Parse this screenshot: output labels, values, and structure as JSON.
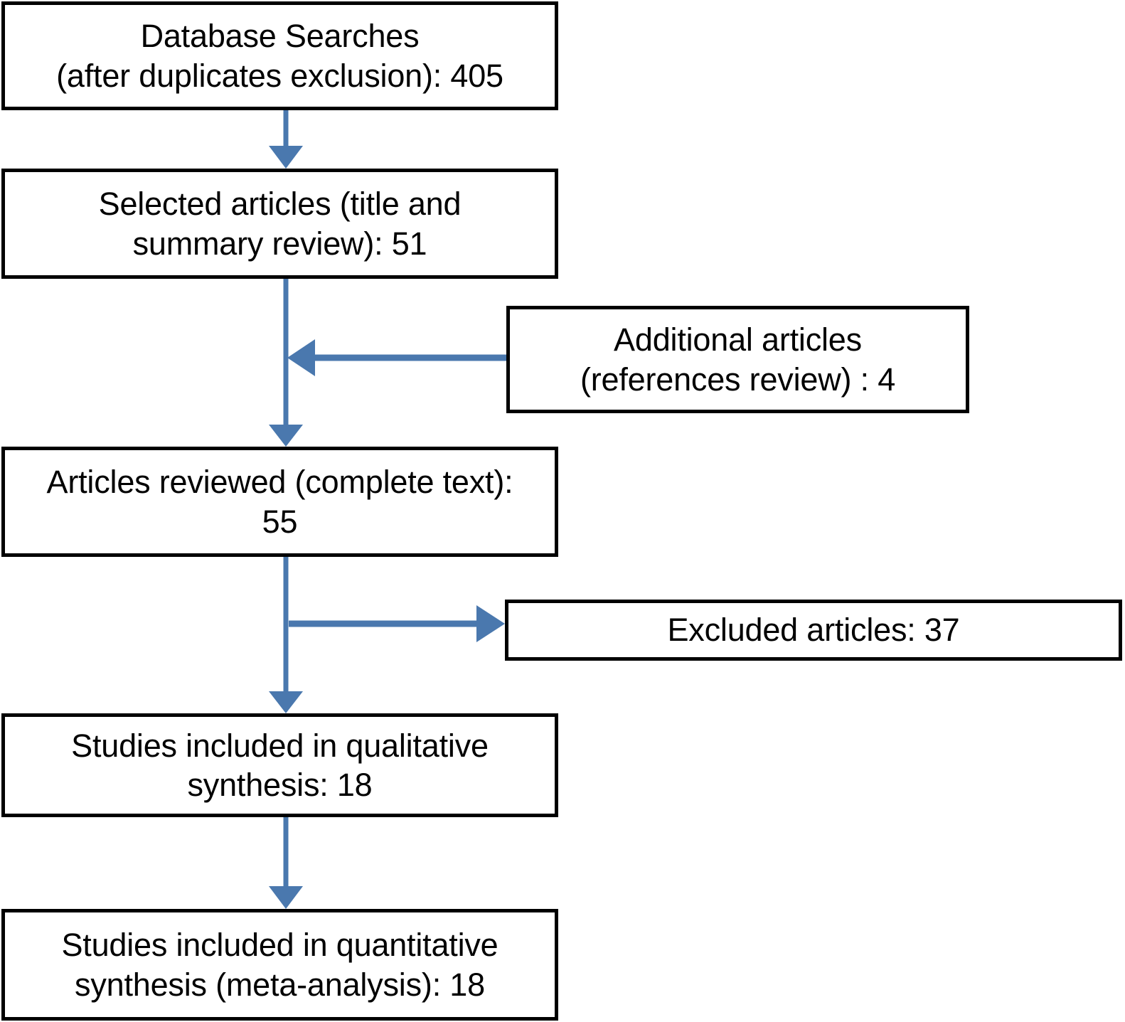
{
  "diagram": {
    "type": "prisma-flow-diagram",
    "orientation": "vertical",
    "background_color": "#ffffff",
    "box_border_color": "#000000",
    "arrow_color": "#4a78ae",
    "text_color": "#000000",
    "nodes": [
      {
        "id": "database-searches",
        "label": "Database Searches\n(after duplicates exclusion): 405",
        "count": 405,
        "column": "main"
      },
      {
        "id": "selected-articles",
        "label": "Selected articles (title and\nsummary review): 51",
        "count": 51,
        "column": "main"
      },
      {
        "id": "additional-articles",
        "label": "Additional articles\n(references review) : 4",
        "count": 4,
        "column": "right"
      },
      {
        "id": "articles-reviewed",
        "label": "Articles reviewed (complete text):\n55",
        "count": 55,
        "column": "main"
      },
      {
        "id": "excluded-articles",
        "label": "Excluded articles: 37",
        "count": 37,
        "column": "right"
      },
      {
        "id": "qualitative-synthesis",
        "label": "Studies included in qualitative\nsynthesis: 18",
        "count": 18,
        "column": "main"
      },
      {
        "id": "quantitative-synthesis",
        "label": "Studies included in quantitative\nsynthesis (meta-analysis): 18",
        "count": 18,
        "column": "main"
      }
    ],
    "edges": [
      {
        "id": "edge-1",
        "from": "database-searches",
        "to": "selected-articles",
        "direction": "down"
      },
      {
        "id": "edge-2",
        "from": "selected-articles",
        "to": "articles-reviewed",
        "direction": "down"
      },
      {
        "id": "edge-3",
        "from": "additional-articles",
        "to": "selected-to-reviewed-trunk",
        "direction": "left"
      },
      {
        "id": "edge-4",
        "from": "articles-reviewed",
        "to": "excluded-articles",
        "direction": "right"
      },
      {
        "id": "edge-5",
        "from": "articles-reviewed",
        "to": "qualitative-synthesis",
        "direction": "down"
      },
      {
        "id": "edge-6",
        "from": "qualitative-synthesis",
        "to": "quantitative-synthesis",
        "direction": "down"
      }
    ]
  }
}
